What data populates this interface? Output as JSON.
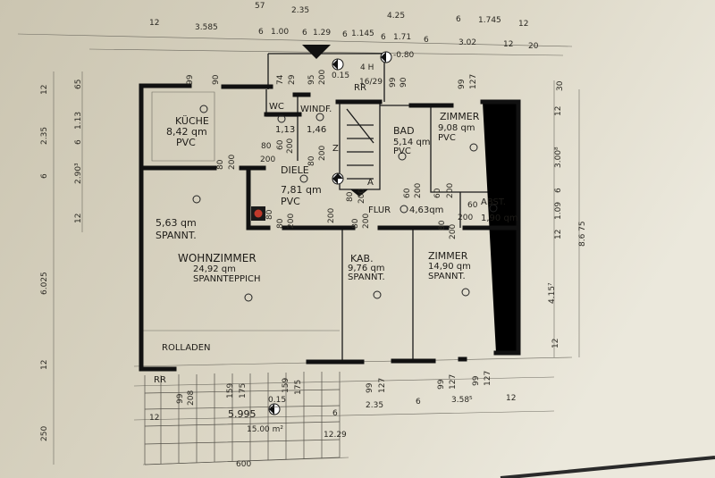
{
  "rooms": {
    "kueche": {
      "name": "KÜCHE",
      "area": "8,42 qm",
      "floor": "PVC"
    },
    "wc": {
      "name": "WC",
      "area": "1,13"
    },
    "windf": {
      "name": "WINDF.",
      "area": "1,46"
    },
    "diele": {
      "name": "DIELE",
      "area": "7,81 qm",
      "floor": "PVC"
    },
    "bad": {
      "name": "BAD",
      "area": "5,14 qm",
      "floor": "PVC"
    },
    "zimmer1": {
      "name": "ZIMMER",
      "area": "9,08 qm",
      "floor": "PVC"
    },
    "flur": {
      "name": "FLUR",
      "area": "4,63qm"
    },
    "abst": {
      "name": "ABST.",
      "area": "1,90 qm"
    },
    "essplatz": {
      "area": "5,63 qm",
      "floor": "SPANNT."
    },
    "wohnzimmer": {
      "name": "WOHNZIMMER",
      "area": "24,92 qm",
      "floor": "SPANNTEPPICH"
    },
    "kab": {
      "name": "KAB.",
      "area": "9,76 qm",
      "floor": "SPANNT."
    },
    "zimmer2": {
      "name": "ZIMMER",
      "area": "14,90 qm",
      "floor": "SPANNT."
    }
  },
  "labels": {
    "rolladen": "ROLLADEN",
    "rr_top": "RR",
    "rr_bottom": "RR",
    "z": "Z",
    "a": "A",
    "stairs": "4 H",
    "stairs_ratio": "16/29",
    "level_top": "-0.80",
    "level_entry": "0.15",
    "level_terrace": "0.15",
    "terrace_width": "5.995",
    "terrace_area": "15.00 m²",
    "terrace_len": "600"
  },
  "dims_top": [
    "57",
    "2.35",
    "4.25",
    "12",
    "3.585",
    "6",
    "1.00",
    "6",
    "1.29",
    "6",
    "1.145",
    "6",
    "1.71",
    "6",
    "6",
    "1.745",
    "12",
    "3.02",
    "12",
    "20"
  ],
  "dims_top_openings": [
    "99",
    "90",
    "74",
    "29",
    "95",
    "200",
    "99",
    "90",
    "99",
    "127",
    "30"
  ],
  "dims_left": [
    "12",
    "2.35",
    "65",
    "6",
    "1.13",
    "6",
    "2.90³",
    "12",
    "6.025",
    "12",
    "250",
    "12"
  ],
  "dims_right": [
    "12",
    "3.00⁸",
    "6",
    "1.09",
    "12",
    "8.6 75",
    "4.15⁷",
    "12"
  ],
  "dims_bottom": [
    "99",
    "208",
    "159",
    "175",
    "159",
    "175",
    "99",
    "127",
    "99",
    "127",
    "99",
    "127",
    "2.35",
    "6",
    "3.58⁵",
    "12",
    "12.29",
    "6"
  ],
  "doors": [
    "80",
    "60",
    "200",
    "200",
    "80",
    "200",
    "80",
    "200",
    "60",
    "200",
    "80",
    "200",
    "80",
    "200",
    "80",
    "200",
    "60",
    "200",
    "80",
    "200",
    "60",
    "200",
    "80",
    "200"
  ],
  "colors": {
    "paper": "#d9d3c1",
    "ink": "#111111",
    "stove": "#c0392b"
  }
}
